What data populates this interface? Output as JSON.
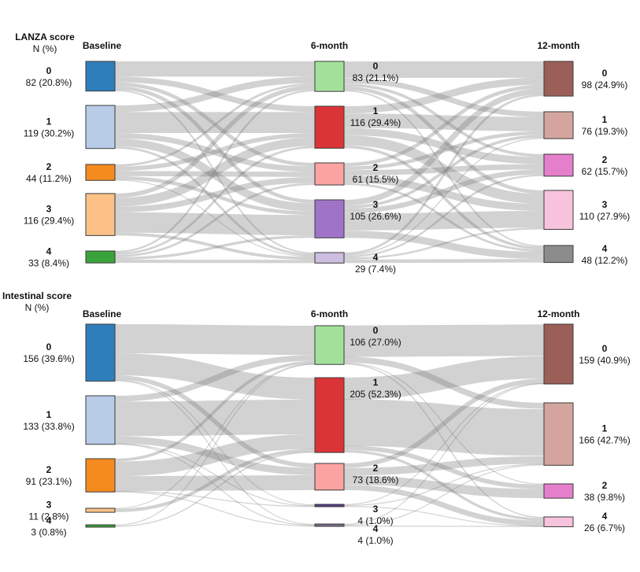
{
  "chart_data": [
    {
      "type": "sankey",
      "title": "LANZA score",
      "subtitle": "N (%)",
      "stages": [
        "Baseline",
        "6-month",
        "12-month"
      ],
      "nodes": [
        [
          {
            "label": "0",
            "value_text": "82 (20.8%)",
            "n": 82,
            "color": "#2f7ebc"
          },
          {
            "label": "1",
            "value_text": "119 (30.2%)",
            "n": 119,
            "color": "#b8cce8"
          },
          {
            "label": "2",
            "value_text": "44 (11.2%)",
            "n": 44,
            "color": "#f58b1f"
          },
          {
            "label": "3",
            "value_text": "116 (29.4%)",
            "n": 116,
            "color": "#fcc187"
          },
          {
            "label": "4",
            "value_text": "33 (8.4%)",
            "n": 33,
            "color": "#3aa23a"
          }
        ],
        [
          {
            "label": "0",
            "value_text": "83 (21.1%)",
            "n": 83,
            "color": "#a3e19a"
          },
          {
            "label": "1",
            "value_text": "116 (29.4%)",
            "n": 116,
            "color": "#db3437"
          },
          {
            "label": "2",
            "value_text": "61 (15.5%)",
            "n": 61,
            "color": "#fba3a1"
          },
          {
            "label": "3",
            "value_text": "105 (26.6%)",
            "n": 105,
            "color": "#9f74c8"
          },
          {
            "label": "4",
            "value_text": "29 (7.4%)",
            "n": 29,
            "color": "#cdbddf"
          }
        ],
        [
          {
            "label": "0",
            "value_text": "98 (24.9%)",
            "n": 98,
            "color": "#9b5f58"
          },
          {
            "label": "1",
            "value_text": "76 (19.3%)",
            "n": 76,
            "color": "#d4a59f"
          },
          {
            "label": "2",
            "value_text": "62 (15.7%)",
            "n": 62,
            "color": "#e57fcb"
          },
          {
            "label": "3",
            "value_text": "110 (27.9%)",
            "n": 110,
            "color": "#f7c3dd"
          },
          {
            "label": "4",
            "value_text": "48 (12.2%)",
            "n": 48,
            "color": "#8c8c8c"
          }
        ]
      ],
      "flows": [
        [
          [
            42,
            16,
            10,
            10,
            4
          ],
          [
            18,
            58,
            15,
            22,
            6
          ],
          [
            6,
            12,
            14,
            10,
            2
          ],
          [
            12,
            24,
            16,
            56,
            8
          ],
          [
            5,
            6,
            6,
            7,
            9
          ]
        ],
        [
          [
            46,
            15,
            8,
            10,
            4
          ],
          [
            20,
            40,
            20,
            28,
            8
          ],
          [
            10,
            10,
            15,
            20,
            6
          ],
          [
            16,
            8,
            14,
            47,
            20
          ],
          [
            6,
            3,
            5,
            5,
            10
          ]
        ]
      ]
    },
    {
      "type": "sankey",
      "title": "Intestinal score",
      "subtitle": "N (%)",
      "stages": [
        "Baseline",
        "6-month",
        "12-month"
      ],
      "nodes": [
        [
          {
            "label": "0",
            "value_text": "156 (39.6%)",
            "n": 156,
            "color": "#2f7ebc"
          },
          {
            "label": "1",
            "value_text": "133 (33.8%)",
            "n": 133,
            "color": "#b8cce8"
          },
          {
            "label": "2",
            "value_text": "91 (23.1%)",
            "n": 91,
            "color": "#f58b1f"
          },
          {
            "label": "3",
            "value_text": "11 (2.8%)",
            "n": 11,
            "color": "#fcc187"
          },
          {
            "label": "4",
            "value_text": "3 (0.8%)",
            "n": 3,
            "color": "#3aa23a"
          }
        ],
        [
          {
            "label": "0",
            "value_text": "106 (27.0%)",
            "n": 106,
            "color": "#a3e19a"
          },
          {
            "label": "1",
            "value_text": "205 (52.3%)",
            "n": 205,
            "color": "#db3437"
          },
          {
            "label": "2",
            "value_text": "73 (18.6%)",
            "n": 73,
            "color": "#fba3a1"
          },
          {
            "label": "3",
            "value_text": "4 (1.0%)",
            "n": 4,
            "color": "#5b3f8c"
          },
          {
            "label": "4",
            "value_text": "4 (1.0%)",
            "n": 4,
            "color": "#7a6f8a"
          }
        ],
        [
          {
            "label": "0",
            "value_text": "159 (40.9%)",
            "n": 159,
            "color": "#9b5f58"
          },
          {
            "label": "1",
            "value_text": "166 (42.7%)",
            "n": 166,
            "color": "#d4a59f"
          },
          {
            "label": "2",
            "value_text": "38 (9.8%)",
            "n": 38,
            "color": "#e57fcb"
          },
          {
            "label": "4",
            "value_text": "26 (6.7%)",
            "n": 26,
            "color": "#f7c3dd"
          }
        ]
      ],
      "flows": [
        [
          [
            80,
            60,
            12,
            2,
            2
          ],
          [
            16,
            95,
            20,
            1,
            1
          ],
          [
            8,
            40,
            41,
            1,
            1
          ],
          [
            1,
            8,
            0,
            0,
            0
          ],
          [
            1,
            2,
            0,
            0,
            0
          ]
        ],
        [
          [
            85,
            16,
            2,
            3
          ],
          [
            60,
            126,
            12,
            7
          ],
          [
            12,
            20,
            24,
            14
          ],
          [
            1,
            2,
            0,
            1
          ],
          [
            1,
            2,
            0,
            1
          ]
        ]
      ]
    }
  ]
}
